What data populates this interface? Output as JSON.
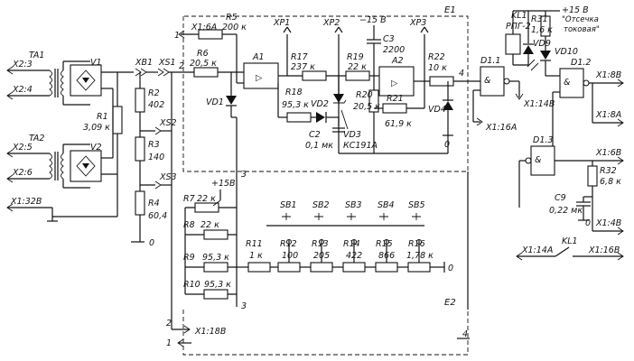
{
  "blocks": {
    "e1": "E1",
    "e2": "E2"
  },
  "connectors": {
    "x2_3": "X2:3",
    "x2_4": "X2:4",
    "x2_5": "X2:5",
    "x2_6": "X2:6",
    "x1_32b": "X1:32B",
    "x1_6a": "X1:6A",
    "x1_14b": "X1:14B",
    "x1_16a": "X1:16A",
    "x1_8b": "X1:8B",
    "x1_8a": "X1:8A",
    "x1_6b": "X1:6B",
    "x1_4b": "X1:4B",
    "x1_14a": "X1:14A",
    "x1_16b": "X1:16B",
    "x1_18b": "X1:18B"
  },
  "plugs": {
    "xb1": "XB1",
    "xs1": "XS1",
    "xs2": "XS2",
    "xs3": "XS3"
  },
  "test_points": {
    "xp1": "XP1",
    "xp2": "XP2",
    "xp3": "XP3"
  },
  "transformers": {
    "ta1": "TA1",
    "ta2": "TA2"
  },
  "bridges": {
    "v1": "V1",
    "v2": "V2"
  },
  "resistors": {
    "r1": {
      "name": "R1",
      "value": "3,09 к"
    },
    "r2": {
      "name": "R2",
      "value": "402"
    },
    "r3": {
      "name": "R3",
      "value": "140"
    },
    "r4": {
      "name": "R4",
      "value": "60,4"
    },
    "r5": {
      "name": "R5",
      "value": "200 к"
    },
    "r6": {
      "name": "R6",
      "value": "20,5 к"
    },
    "r7": {
      "name": "R7",
      "value": "22 к"
    },
    "r8": {
      "name": "R8",
      "value": "22 к"
    },
    "r9": {
      "name": "R9",
      "value": "95,3 к"
    },
    "r10": {
      "name": "R10",
      "value": "95,3 к"
    },
    "r11": {
      "name": "R11",
      "value": "1 к"
    },
    "r12": {
      "name": "R12",
      "value": "100"
    },
    "r13": {
      "name": "R13",
      "value": "205"
    },
    "r14": {
      "name": "R14",
      "value": "422"
    },
    "r15": {
      "name": "R15",
      "value": "866"
    },
    "r16": {
      "name": "R16",
      "value": "1,78 к"
    },
    "r17": {
      "name": "R17",
      "value": "237 к"
    },
    "r18": {
      "name": "R18",
      "value": "95,3 к"
    },
    "r19": {
      "name": "R19",
      "value": "22 к"
    },
    "r20": {
      "name": "R20",
      "value": "20,5 к"
    },
    "r21": {
      "name": "R21",
      "value": "61,9 к"
    },
    "r22": {
      "name": "R22",
      "value": "10 к"
    },
    "r31": {
      "name": "R31",
      "value": "1,6 к"
    },
    "r32": {
      "name": "R32",
      "value": "6,8 к"
    }
  },
  "capacitors": {
    "c2": {
      "name": "C2",
      "value": "0,1 мк"
    },
    "c3": {
      "name": "C3",
      "value": "2200"
    },
    "c9": {
      "name": "C9",
      "value": "0,22 мк"
    }
  },
  "diodes": {
    "vd1": "VD1",
    "vd2": "VD2",
    "vd3": "VD3",
    "vd3_type": "КС191А",
    "vd4": "VD4",
    "vd9": "VD9",
    "vd10": "VD10"
  },
  "amplifiers": {
    "a1": "A1",
    "a2": "A2",
    "symbol": "▷"
  },
  "logic": {
    "d11": "D1.1",
    "d12": "D1.2",
    "d13": "D1.3",
    "and": "&"
  },
  "relay": {
    "kl1": "KL1",
    "type": "РПГ-2",
    "contact": "KL1"
  },
  "switches": {
    "sb1": "SB1",
    "sb2": "SB2",
    "sb3": "SB3",
    "sb4": "SB4",
    "sb5": "SB5"
  },
  "supply": {
    "plus15": "+15 В",
    "minus15": "−15 В",
    "plus15b": "+15В",
    "zero": "0"
  },
  "note": {
    "line1": "\"Отсечка",
    "line2": "токовая\""
  },
  "nodes": {
    "n1": "1",
    "n2": "2",
    "n3": "3",
    "n4": "4"
  }
}
